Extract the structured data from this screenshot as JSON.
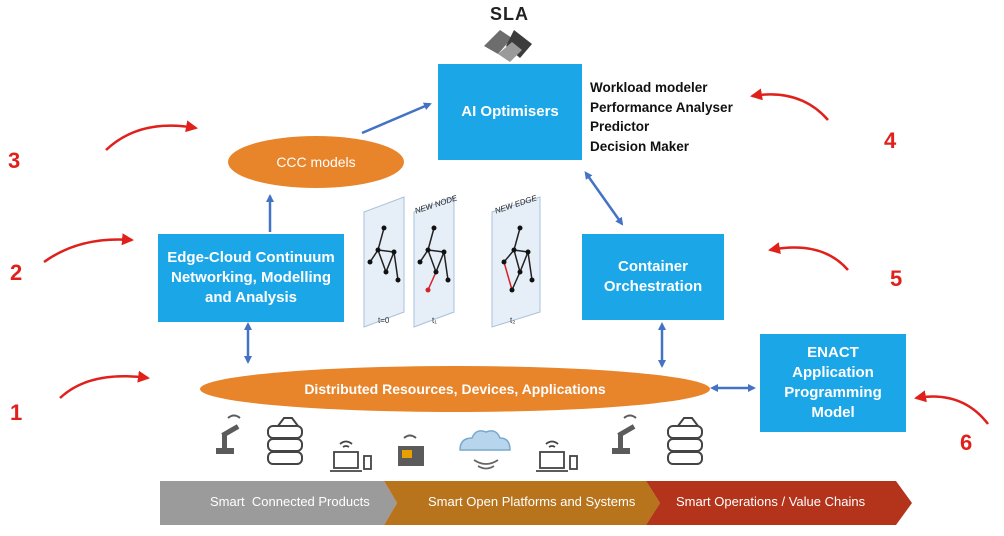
{
  "sla": {
    "label": "SLA"
  },
  "boxes": {
    "ai_optimisers": "AI Optimisers",
    "edge_cloud": [
      "Edge-Cloud Continuum",
      "Networking, Modelling",
      "and Analysis"
    ],
    "container": [
      "Container",
      "Orchestration"
    ],
    "enact": [
      "ENACT",
      "Application",
      "Programming",
      "Model"
    ]
  },
  "ellipses": {
    "ccc": "CCC models",
    "distributed": "Distributed Resources, Devices, Applications"
  },
  "optimiser_list": [
    "Workload modeler",
    "Performance Analyser",
    "Predictor",
    "Decision Maker"
  ],
  "numbers": [
    "1",
    "2",
    "3",
    "4",
    "5",
    "6"
  ],
  "graph_panels": {
    "labels": [
      "NEW NODE",
      "NEW EDGE"
    ],
    "times": [
      "t=0",
      "t₁",
      "t₂"
    ]
  },
  "bottom_bar": [
    "Smart  Connected Products",
    "Smart Open Platforms and Systems",
    "Smart Operations / Value Chains"
  ],
  "colors": {
    "blue_box": "#1ba6e8",
    "orange": "#e8842a",
    "red_arrow": "#e0201b",
    "connector": "#4472c4",
    "bar1": "#9b9b9b",
    "bar2": "#b8741c",
    "bar3": "#b4331b"
  },
  "icons": [
    "robot-arm-icon",
    "server-stack-icon",
    "laptop-phone-icon",
    "machine-icon",
    "cloud-icon",
    "laptop-phone-icon",
    "robot-arm-icon",
    "server-stack-icon"
  ]
}
